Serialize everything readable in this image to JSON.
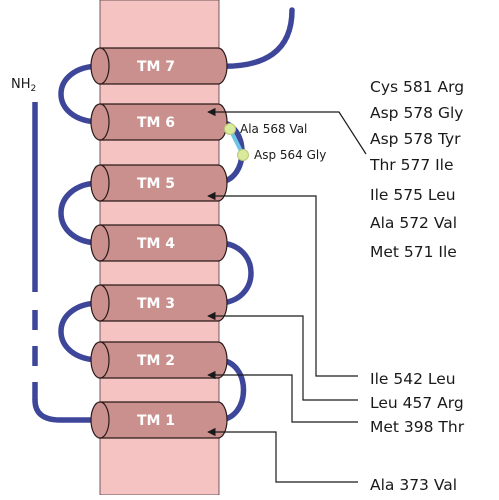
{
  "diagram": {
    "colors": {
      "membrane": "#f5c4c2",
      "cylinder": "#c9908d",
      "cylinder_stroke": "#2a1a1a",
      "loop": "#3e469a",
      "leader": "#1a1a1a",
      "highlight_text": "#5a78c2",
      "dot_yellow": "#d9ea9a",
      "dot_blue": "#6ec4e6"
    },
    "terminus": {
      "label": "NH",
      "sub": "2"
    },
    "helices": [
      {
        "id": "tm7",
        "label": "TM 7"
      },
      {
        "id": "tm6",
        "label": "TM 6"
      },
      {
        "id": "tm5",
        "label": "TM 5"
      },
      {
        "id": "tm4",
        "label": "TM 4"
      },
      {
        "id": "tm3",
        "label": "TM 3"
      },
      {
        "id": "tm2",
        "label": "TM 2"
      },
      {
        "id": "tm1",
        "label": "TM 1"
      }
    ],
    "inner_mutations": [
      {
        "text": "Ala 568 Val"
      },
      {
        "text": "Asp 564 Gly"
      }
    ],
    "mutations": [
      {
        "text": "Cys 581 Arg",
        "highlight": false
      },
      {
        "text": "Asp 578 Gly",
        "highlight": false
      },
      {
        "text": "Asp 578 Tyr",
        "highlight": false
      },
      {
        "text": "Thr 577 Ile",
        "highlight": false
      },
      {
        "text": "Ile 575 Leu",
        "highlight": true
      },
      {
        "text": "Ala 572 Val",
        "highlight": false
      },
      {
        "text": "Met 571 Ile",
        "highlight": false
      },
      {
        "text": "Ile 542 Leu",
        "highlight": false
      },
      {
        "text": "Leu 457 Arg",
        "highlight": false
      },
      {
        "text": "Met 398 Thr",
        "highlight": false
      },
      {
        "text": "Ala 373 Val",
        "highlight": false
      }
    ]
  }
}
